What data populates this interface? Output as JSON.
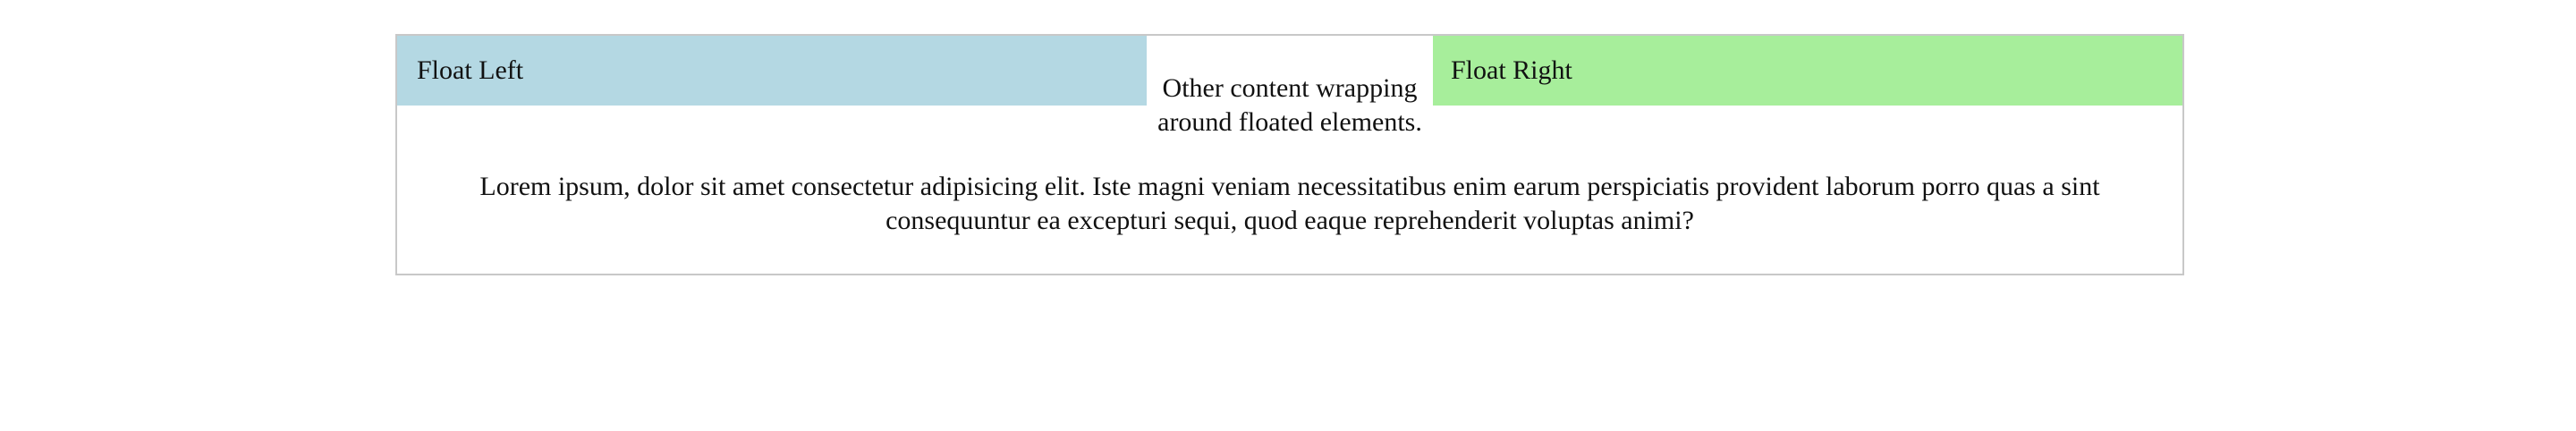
{
  "float_left": {
    "label": "Float Left",
    "color": "#b4d8e3"
  },
  "float_right": {
    "label": "Float Right",
    "color": "#a7ee9b"
  },
  "middle": {
    "text": "Other content wrapping around floated elements."
  },
  "paragraph": {
    "text": "Lorem ipsum, dolor sit amet consectetur adipisicing elit. Iste magni veniam necessitatibus enim earum perspiciatis provident laborum porro quas a sint consequuntur ea excepturi sequi, quod eaque reprehenderit voluptas animi?"
  },
  "container": {
    "border_color": "#c8c8c8"
  }
}
